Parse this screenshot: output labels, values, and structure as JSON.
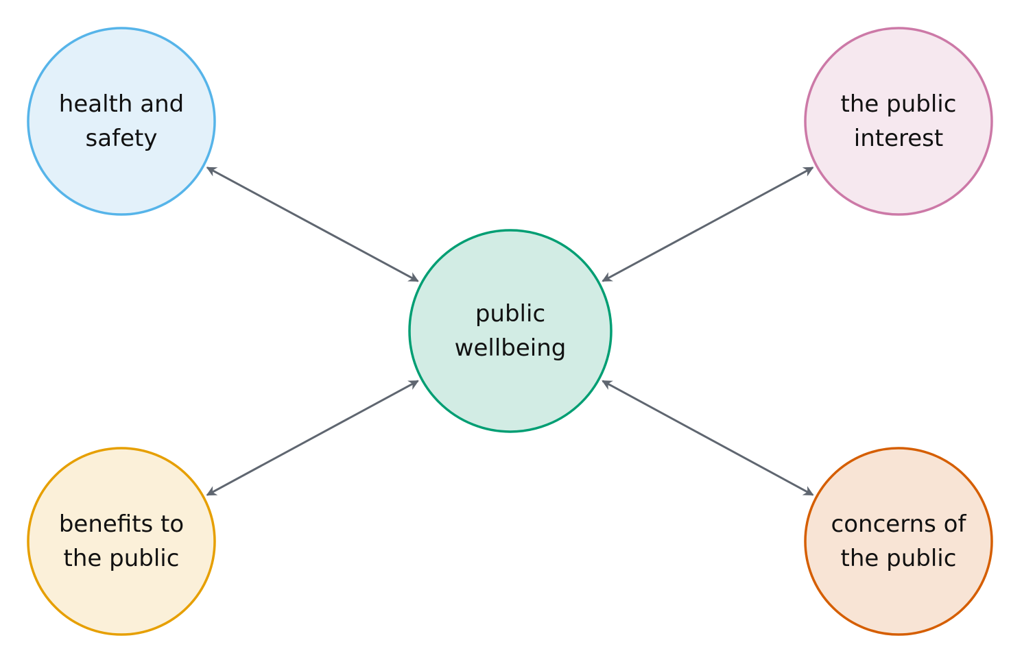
{
  "nodes": [
    {
      "id": "public-wellbeing",
      "lines": [
        "public",
        "wellbeing"
      ],
      "stroke": "#009e73",
      "fill": "#d2ece4"
    },
    {
      "id": "health-and-safety",
      "lines": [
        "health and",
        "safety"
      ],
      "stroke": "#56b4e9",
      "fill": "#e3f1fa"
    },
    {
      "id": "the-public-interest",
      "lines": [
        "the public",
        "interest"
      ],
      "stroke": "#cc79a7",
      "fill": "#f6e8ef"
    },
    {
      "id": "benefits-to-the-public",
      "lines": [
        "benefits to",
        "the public"
      ],
      "stroke": "#e69f00",
      "fill": "#fbf0d9"
    },
    {
      "id": "concerns-of-the-public",
      "lines": [
        "concerns of",
        "the public"
      ],
      "stroke": "#d55e00",
      "fill": "#f8e4d5"
    }
  ],
  "edges": [
    {
      "from": "public-wellbeing",
      "to": "health-and-safety",
      "bidirectional": true
    },
    {
      "from": "public-wellbeing",
      "to": "the-public-interest",
      "bidirectional": true
    },
    {
      "from": "public-wellbeing",
      "to": "benefits-to-the-public",
      "bidirectional": true
    },
    {
      "from": "public-wellbeing",
      "to": "concerns-of-the-public",
      "bidirectional": true
    }
  ],
  "edge_color": "#5f6670"
}
